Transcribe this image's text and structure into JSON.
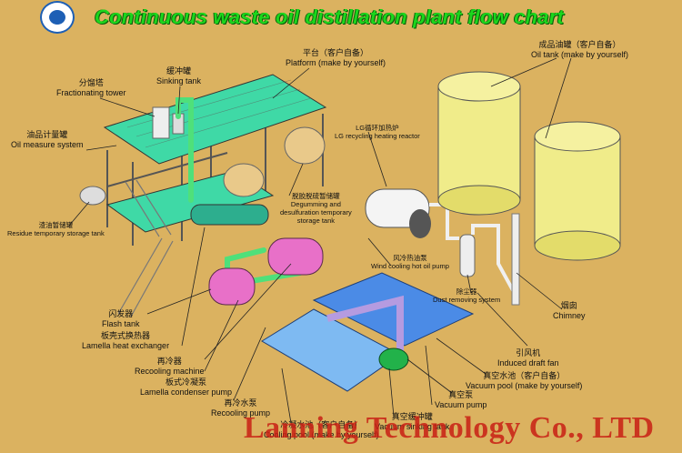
{
  "title": "Continuous waste oil distillation plant flow chart",
  "footer": "Lanning Technology Co., LTD",
  "labels": {
    "platform": {
      "zh": "平台（客户自备）",
      "en": "Platform (make by yourself)"
    },
    "oil_tank": {
      "zh": "成品油罐（客户自备）",
      "en": "Oil tank (make by yourself)"
    },
    "fractionating_tower": {
      "zh": "分馏塔",
      "en": "Fractionating tower"
    },
    "sinking_tank": {
      "zh": "缓冲罐",
      "en": "Sinking tank"
    },
    "oil_measure": {
      "zh": "油品计量罐",
      "en": "Oil measure system"
    },
    "lg_reactor": {
      "zh": "LG循环加热炉",
      "en": "LG recycling heating reactor"
    },
    "degumming": {
      "zh": "脱胶脱硫暂储罐",
      "en1": "Degumming and",
      "en2": "desulfuration temporary",
      "en3": "storage tank"
    },
    "residue": {
      "zh": "渣油暂储罐",
      "en": "Residue temporary storage tank"
    },
    "wind_pump": {
      "zh": "风冷热油泵",
      "en": "Wind cooling hot oil pump"
    },
    "dust": {
      "zh": "除尘器",
      "en": "Dust removing system"
    },
    "chimney": {
      "zh": "烟囱",
      "en": "Chimney"
    },
    "flash_tank": {
      "zh": "闪发器",
      "en": "Flash tank"
    },
    "lamella_hx": {
      "zh": "板壳式换热器",
      "en": "Lamella heat exchanger"
    },
    "draft_fan": {
      "zh": "引风机",
      "en": "Induced draft fan"
    },
    "vacuum_pool": {
      "zh": "真空水池（客户自备）",
      "en": "Vacuum pool (make by yourself)"
    },
    "recooling_machine": {
      "zh": "再冷器",
      "en": "Recooling machine"
    },
    "condenser_pump": {
      "zh": "板式冷凝泵",
      "en": "Lamella condenser pump"
    },
    "vacuum_pump": {
      "zh": "真空泵",
      "en": "Vacuum pump"
    },
    "recooling_pump": {
      "zh": "再冷水泵",
      "en": "Recooling pump"
    },
    "vacuum_sinking": {
      "zh": "真空缓冲罐",
      "en": "Vacuum sinking tank"
    },
    "cooling_pool": {
      "zh": "冷凝水池（客户自备）",
      "en": "Cooling pool (make by yourself)"
    }
  },
  "colors": {
    "background": "#dbb260",
    "platform": "#3fd9a6",
    "tank": "#f0ec8a",
    "vessel_pink": "#e870c8",
    "pipe_green": "#4fe07a",
    "pool_blue": "#4b8be6",
    "title_green": "#1cd61c"
  }
}
